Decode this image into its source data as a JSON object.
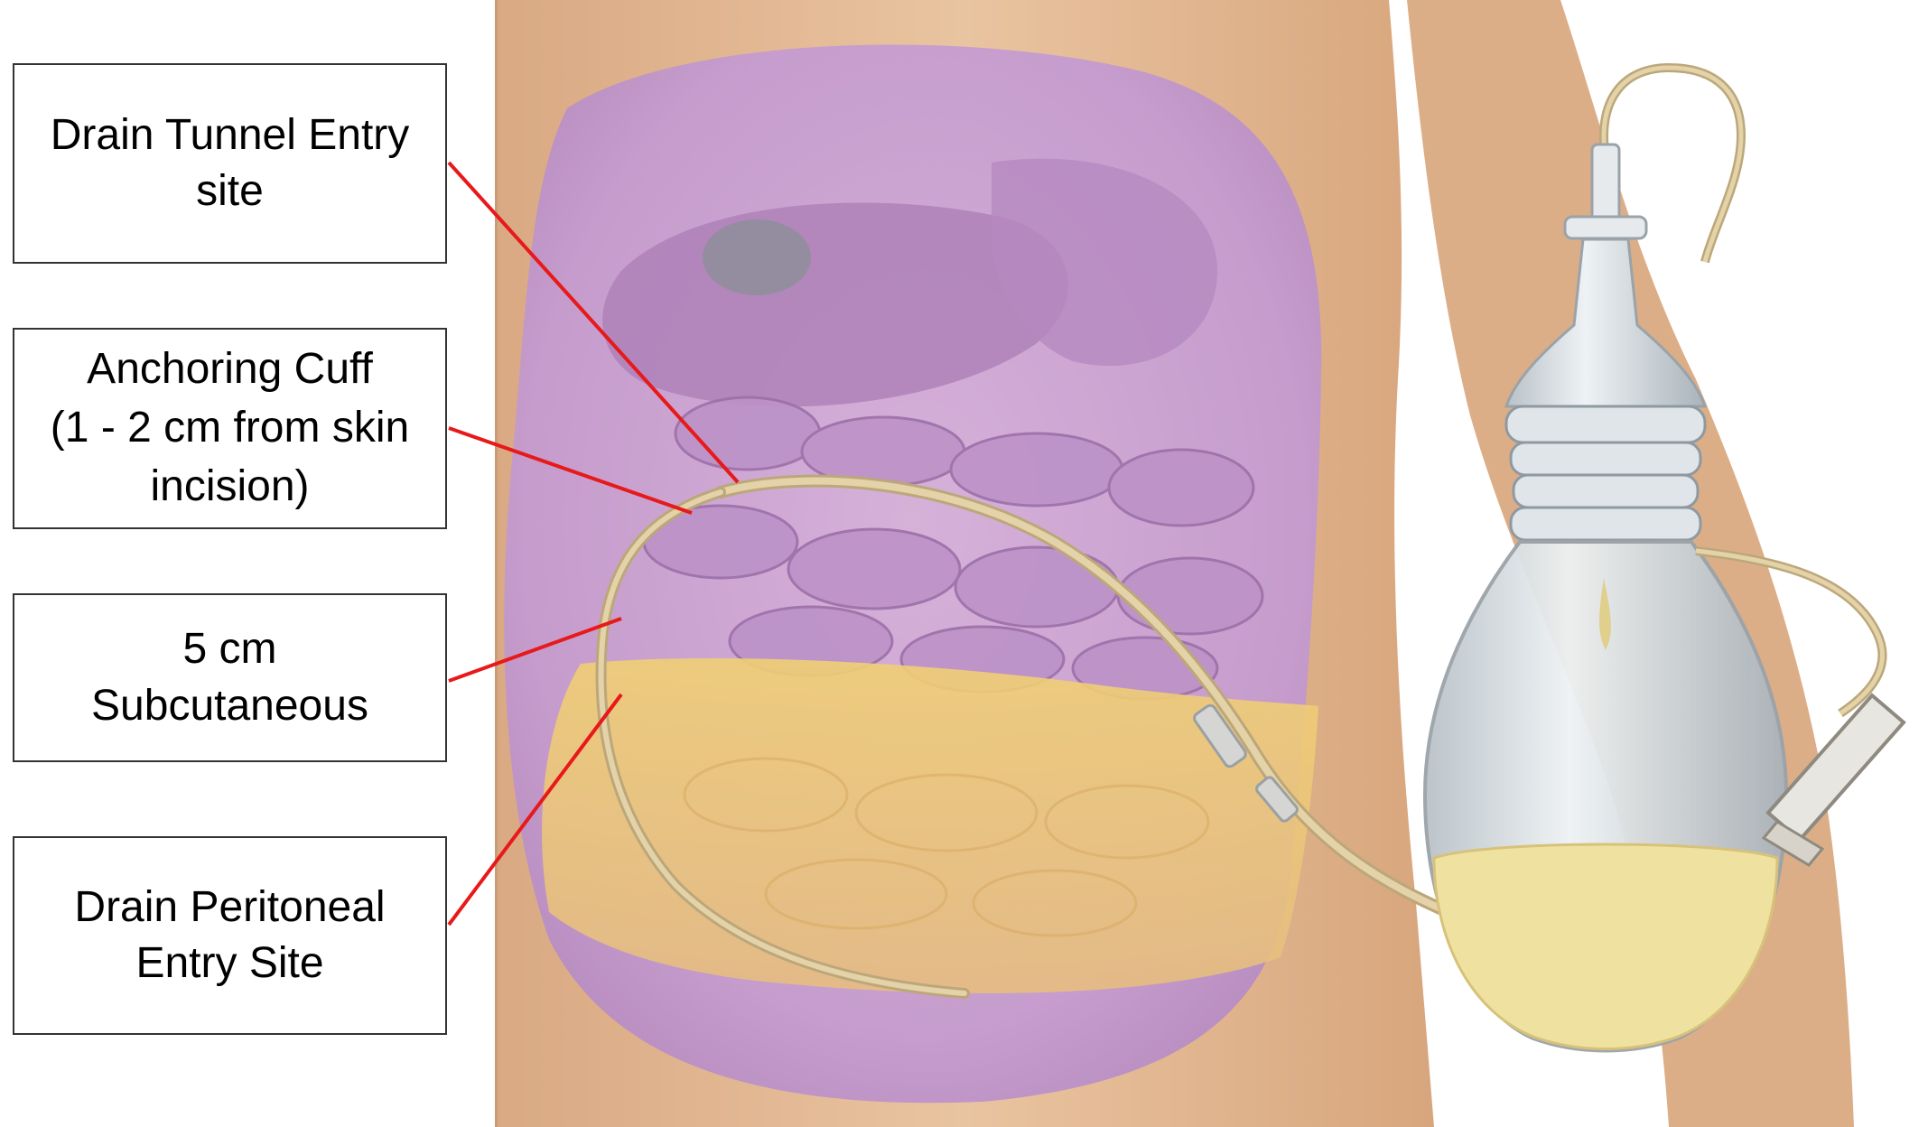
{
  "labels": {
    "tunnel_entry": [
      "Drain Tunnel Entry",
      "site"
    ],
    "anchoring_cuff": [
      "Anchoring Cuff",
      "(1 - 2 cm from skin",
      "incision)"
    ],
    "subcutaneous": [
      "5 cm",
      "Subcutaneous"
    ],
    "peritoneal_entry": [
      "Drain Peritoneal",
      "Entry Site"
    ]
  },
  "colors": {
    "leader_line": "#e8191a",
    "skin": "#e2b690",
    "abdomen_overlay": "#c9a3d6",
    "fat_layer": "#eec970",
    "catheter": "#d8c49a",
    "drainage_fluid": "#efe2a0"
  }
}
